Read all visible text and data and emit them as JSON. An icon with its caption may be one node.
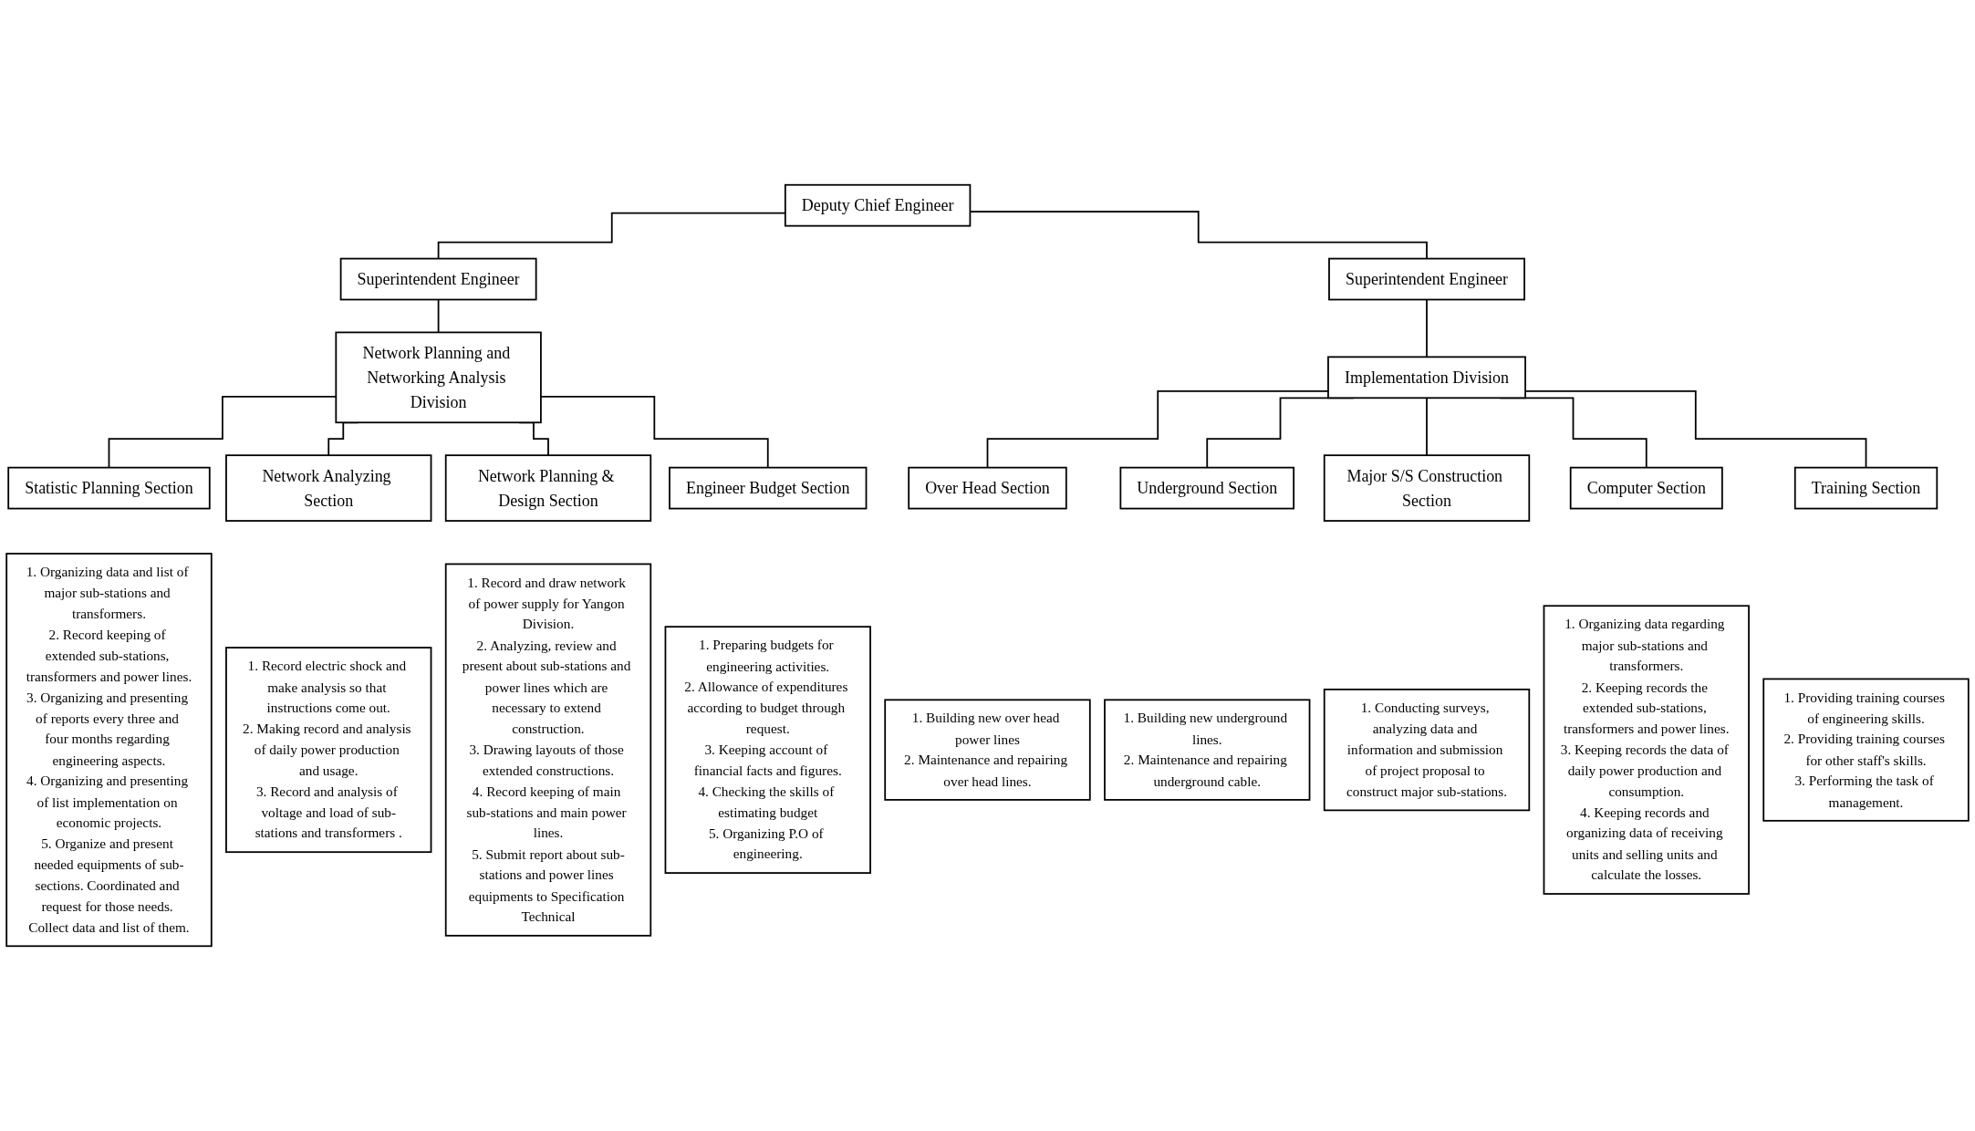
{
  "diagram": {
    "nodes": [
      {
        "text": [
          "Deputy Chief Engineer"
        ]
      },
      {
        "text": [
          "Superintendent Engineer"
        ]
      },
      {
        "text": [
          "Superintendent Engineer"
        ]
      },
      {
        "text": [
          "Network Planning and Networking Analysis Division"
        ]
      },
      {
        "text": [
          "Implementation Division"
        ]
      },
      {
        "text": [
          "Statistic Planning Section"
        ]
      },
      {
        "text": [
          "Network Analyzing Section"
        ]
      },
      {
        "text": [
          "Network Planning & Design Section"
        ]
      },
      {
        "text": [
          "Engineer Budget Section"
        ]
      },
      {
        "text": [
          "Over Head Section"
        ]
      },
      {
        "text": [
          "Underground Section"
        ]
      },
      {
        "text": [
          "Major S/S Construction Section"
        ]
      },
      {
        "text": [
          "Computer Section"
        ]
      },
      {
        "text": [
          "Training Section"
        ]
      },
      {
        "text": [
          "1. Organizing data and list of major sub-stations and transformers.",
          "2. Record keeping of extended sub-stations, transformers and power lines.",
          "3. Organizing and presenting of reports every three and four months regarding engineering aspects.",
          "4. Organizing and presenting of list implementation on economic projects.",
          "5. Organize and present needed equipments of sub-sections. Coordinated and request for those needs. Collect data and list of them."
        ]
      },
      {
        "text": [
          "1. Record electric shock and make analysis so that instructions come out.",
          "2. Making record and analysis of daily power production and usage.",
          "3. Record and analysis of voltage and load of sub-stations and transformers ."
        ]
      },
      {
        "text": [
          "1. Record and draw network of power supply for Yangon Division.",
          "2. Analyzing, review and present about sub-stations and power lines which are necessary to extend construction.",
          "3. Drawing layouts of those extended constructions.",
          "4. Record keeping of main sub-stations and main power lines.",
          "5. Submit report about sub-stations and power lines equipments to Specification Technical"
        ]
      },
      {
        "text": [
          "1. Preparing budgets for engineering activities.",
          "2. Allowance of expenditures according to budget through request.",
          "3. Keeping account of financial facts and figures.",
          "4. Checking the skills of estimating budget",
          "5. Organizing P.O of engineering."
        ]
      },
      {
        "text": [
          "1. Building new over head power lines",
          "2. Maintenance and repairing over head lines."
        ]
      },
      {
        "text": [
          "1. Building new underground lines.",
          "2. Maintenance and repairing underground cable."
        ]
      },
      {
        "text": [
          "1. Conducting surveys, analyzing data and information and submission of project proposal to construct major sub-stations."
        ]
      },
      {
        "text": [
          "1. Organizing data regarding major sub-stations and transformers.",
          "2. Keeping records the extended sub-stations, transformers and power lines.",
          "3. Keeping records the data of daily power production and consumption.",
          "4. Keeping records and organizing data of receiving units and selling units and calculate the losses."
        ]
      },
      {
        "text": [
          "1. Providing training courses of engineering skills.",
          "2. Providing training courses for other staff's skills.",
          "3. Performing the task of management."
        ]
      }
    ],
    "edges": [
      {
        "from": 0,
        "to": 1,
        "arrow": "none"
      },
      {
        "from": 0,
        "to": 2,
        "arrow": "none"
      },
      {
        "from": 1,
        "to": 3,
        "arrow": "none"
      },
      {
        "from": 2,
        "to": 4,
        "arrow": "none"
      },
      {
        "from": 3,
        "to": 5,
        "arrow": "none"
      },
      {
        "from": 3,
        "to": 6,
        "arrow": "none"
      },
      {
        "from": 3,
        "to": 7,
        "arrow": "none"
      },
      {
        "from": 3,
        "to": 8,
        "arrow": "none"
      },
      {
        "from": 4,
        "to": 9,
        "arrow": "none"
      },
      {
        "from": 4,
        "to": 10,
        "arrow": "none"
      },
      {
        "from": 4,
        "to": 11,
        "arrow": "none"
      },
      {
        "from": 4,
        "to": 12,
        "arrow": "none"
      },
      {
        "from": 4,
        "to": 13,
        "arrow": "none"
      }
    ]
  }
}
